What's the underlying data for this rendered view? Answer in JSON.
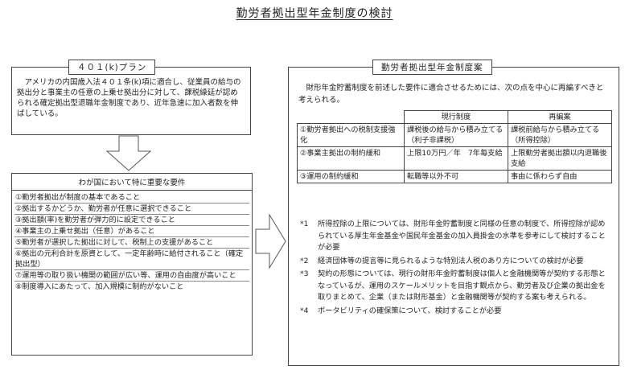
{
  "title": "勤労者拠出型年金制度の検討",
  "k401": {
    "label": "４０１(k)プラン",
    "text": "アメリカの内国歳入法４０１条(k)項に適合し、従業員の給与の拠出分と事業主の任意の上乗せ拠出分に対して、課税繰延が認められる確定拠出型退職年金制度であり、近年急速に加入者数を伸ばしている。"
  },
  "requirements": {
    "header": "わが国において特に重要な要件",
    "items": [
      "①勤労者拠出が制度の基本であること",
      "②拠出するかどうか、勤労者が任意に選択できること",
      "③拠出額(率)を勤労者が弾力的に設定できること",
      "④事業主の上乗せ拠出（任意）があること",
      "⑤勤労者が選択した拠出に対して、税制上の支援があること",
      "⑥拠出の元利合計を原資として、一定年齢時に給付されること（確定拠出型）",
      "⑦運用等の取り扱い機関の範囲が広い等、運用の自由度が高いこと",
      "⑧制度導入にあたって、加入規模に制約がないこと"
    ]
  },
  "proposal": {
    "label": "勤労者拠出型年金制度案",
    "intro": "財形年金貯蓄制度を前述した要件に適合させるためには、次の点を中心に再編すべきと考えられる。",
    "table": {
      "headers": [
        "",
        "現行制度",
        "再編案"
      ],
      "rows": [
        {
          "item": "①勤労者拠出への税制支援強化",
          "current": "課税後の給与から積み立てる（利子非課税）",
          "proposed": "課税前給与から積み立てる（所得控除）"
        },
        {
          "item": "②事業主拠出の制約緩和",
          "current": "上限10万円／年　7年毎支給",
          "proposed": "上限勤労者拠出額以内退職後支給"
        },
        {
          "item": "③運用の制約緩和",
          "current": "転職等以外不可",
          "proposed": "事由に係わらず自由"
        }
      ]
    },
    "notes": [
      {
        "mark": "*1",
        "text": "所得控除の上限については、財形年金貯蓄制度と同様の任意の制度で、所得控除が認められている厚生年金基金や国民年金基金の加入員掛金の水準を参考にして検討することが必要"
      },
      {
        "mark": "*2",
        "text": "経済団体等の提言等に見られるような特別法人税のあり方についての検討が必要"
      },
      {
        "mark": "*3",
        "text": "契約の形態については、現行の財形年金貯蓄制度は個人と金融機関等が契約する形態となっているが、運用のスケールメリットを目指す観点から、勤労者及び企業の拠出金を取りまとめて、企業（または財形基金）と金融機関等が契約する案も考えられる。"
      },
      {
        "mark": "*4",
        "text": "ポータビリティの確保策について、検討することが必要"
      }
    ]
  }
}
